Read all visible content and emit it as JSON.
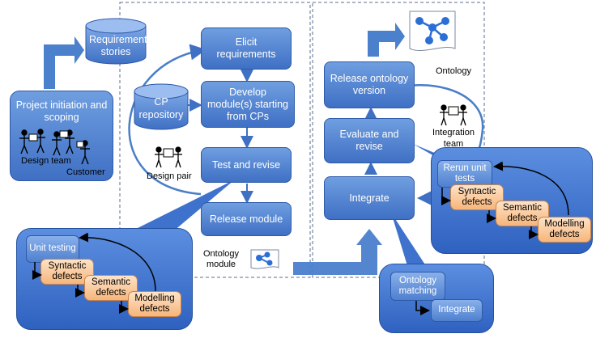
{
  "nodes": {
    "requirement_stories": "Requirement stories",
    "project_initiation": "Project initiation and scoping",
    "design_team": "Design team",
    "customer": "Customer",
    "elicit": "Elicit requirements",
    "cp_repository": "CP repository",
    "develop": "Develop module(s) starting from CPs",
    "design_pair": "Design pair",
    "test_revise": "Test and revise",
    "release_module": "Release module",
    "ontology_module": "Ontology module",
    "release_ontology": "Release ontology version",
    "ontology": "Ontology",
    "integration_team": "Integration team",
    "evaluate_revise": "Evaluate and revise",
    "integrate": "Integrate"
  },
  "left_callout": {
    "unit_testing": "Unit testing",
    "syntactic": "Syntactic defects",
    "semantic": "Semantic defects",
    "modelling": "Modelling defects"
  },
  "right_callout": {
    "rerun": "Rerun unit tests",
    "syntactic": "Syntactic defects",
    "semantic": "Semantic defects",
    "modelling": "Modelling defects"
  },
  "bottom_callout": {
    "matching": "Ontology matching",
    "integrate": "Integrate"
  },
  "colors": {
    "box_blue": "#4a7dd0",
    "panel_blue": "#3f72cc",
    "defect_orange": "#f9c08d",
    "dashed_border": "#5a6e8c",
    "arrow_blue": "#4a80cc"
  }
}
